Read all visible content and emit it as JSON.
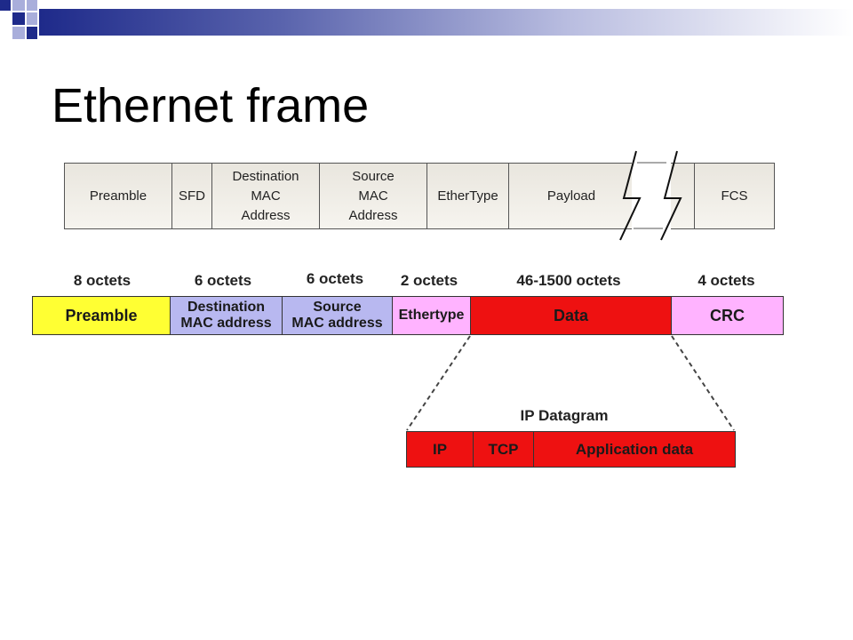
{
  "slide": {
    "title": "Ethernet frame"
  },
  "frame_table": {
    "cells": [
      "Preamble",
      "SFD",
      "Destination\nMAC\nAddress",
      "Source\nMAC\nAddress",
      "EtherType",
      "Payload",
      "FCS"
    ]
  },
  "frame_colored": {
    "octets": [
      "8 octets",
      "6 octets",
      "6 octets",
      "2 octets",
      "46-1500 octets",
      "4 octets"
    ],
    "segments": [
      {
        "label": "Preamble",
        "color": "#ffff33"
      },
      {
        "label": "Destination\nMAC address",
        "color": "#b8b8f0"
      },
      {
        "label": "Source\nMAC address",
        "color": "#b8b8f0"
      },
      {
        "label": "Ethertype",
        "color": "#ffb3ff"
      },
      {
        "label": "Data",
        "color": "#ee1111"
      },
      {
        "label": "CRC",
        "color": "#ffb3ff"
      }
    ]
  },
  "ip_datagram": {
    "label": "IP Datagram",
    "segments": [
      "IP",
      "TCP",
      "Application data"
    ],
    "color": "#ee1111"
  }
}
